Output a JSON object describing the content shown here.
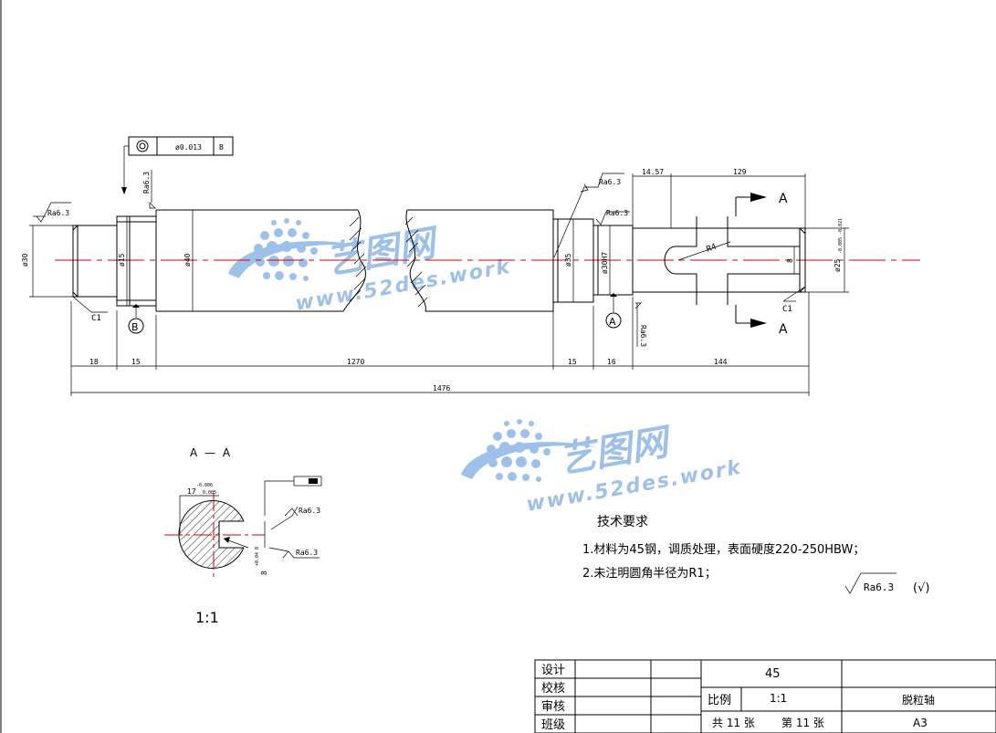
{
  "dimensions": {
    "d_c1_left": "C1",
    "d_c1_right": "C1",
    "d_diam30": "ø30",
    "d_diam15": "ø15",
    "d_diam40": "ø40",
    "d_diam35": "ø35",
    "d_diam30h7": "ø30H7",
    "d_diam25": "ø25",
    "d_diam25_tol": "-0.005 -0.021",
    "d_slot8": "8",
    "d_r4": "R4",
    "d_len18": "18",
    "d_len15a": "15",
    "d_len1270": "1270",
    "d_len15b": "15",
    "d_len16": "16",
    "d_len144": "144",
    "d_total": "1476",
    "d_len14_57": "14.57",
    "d_len129": "129",
    "section_arrow_top": "A",
    "section_arrow_bottom": "A"
  },
  "roughness": {
    "r1": "Ra6.3",
    "r2": "Ra6.3",
    "r3": "Ra6.3",
    "r4": "Ra6.3",
    "r5": "Ra6.3",
    "r_sec1": "Ra6.3",
    "r_sec2": "Ra6.3",
    "default_value": "Ra6.3",
    "default_check": "(√)"
  },
  "tolerance_frame": {
    "value": "ø0.013",
    "datum": "B"
  },
  "datums": {
    "b": "B",
    "a": "A"
  },
  "section": {
    "title": "A — A",
    "dim17": "17",
    "dim17_tol_top": "-0.006",
    "dim17_tol_bottom": "0.005",
    "dim8": "8",
    "dim8_tol": "+0.04 0",
    "scale": "1:1"
  },
  "watermark": {
    "brand": "艺图网",
    "url": "www.52des.work"
  },
  "requirements": {
    "title": "技术要求",
    "item1": "1.材料为45钢，调质处理，表面硬度220-250HBW；",
    "item2": "2.未注明圆角半径为R1；"
  },
  "title_block": {
    "design": "设计",
    "check": "校核",
    "review": "审核",
    "class": "班级",
    "material": "45",
    "scale_label": "比例",
    "scale_value": "1:1",
    "part_name": "脱粒轴",
    "total_sheets": "共 11 张",
    "sheet_no": "第 11 张",
    "paper_size": "A3"
  },
  "colors": {
    "centerline": "#d40000",
    "watermark": "#4f8fd8"
  }
}
